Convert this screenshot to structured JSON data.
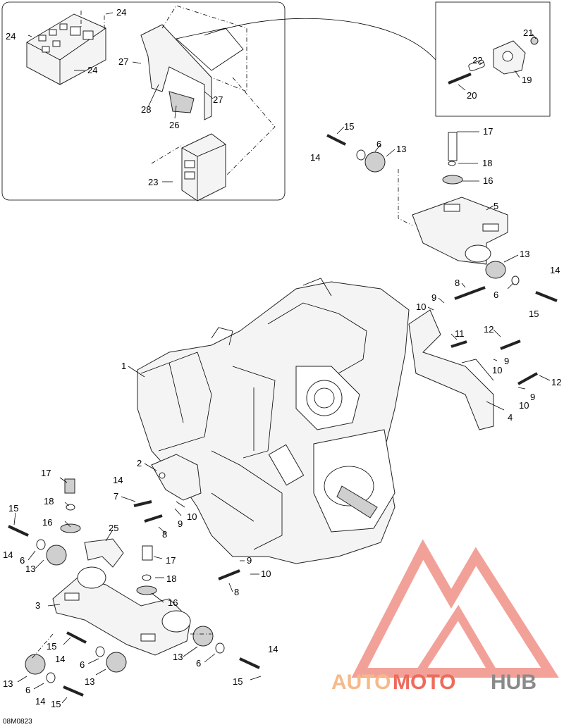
{
  "diagram": {
    "drawing_code": "08M0823",
    "callouts": [
      {
        "id": "c24a",
        "text": "24"
      },
      {
        "id": "c24b",
        "text": "24"
      },
      {
        "id": "c24c",
        "text": "24"
      },
      {
        "id": "c27a",
        "text": "27"
      },
      {
        "id": "c27b",
        "text": "27"
      },
      {
        "id": "c28",
        "text": "28"
      },
      {
        "id": "c26",
        "text": "26"
      },
      {
        "id": "c23",
        "text": "23"
      },
      {
        "id": "c21",
        "text": "21"
      },
      {
        "id": "c22",
        "text": "22"
      },
      {
        "id": "c19",
        "text": "19"
      },
      {
        "id": "c20",
        "text": "20"
      },
      {
        "id": "c15a",
        "text": "15"
      },
      {
        "id": "c14a",
        "text": "14"
      },
      {
        "id": "c6a",
        "text": "6"
      },
      {
        "id": "c13a",
        "text": "13"
      },
      {
        "id": "c17a",
        "text": "17"
      },
      {
        "id": "c18a",
        "text": "18"
      },
      {
        "id": "c16a",
        "text": "16"
      },
      {
        "id": "c5",
        "text": "5"
      },
      {
        "id": "c13b",
        "text": "13"
      },
      {
        "id": "c14b",
        "text": "14"
      },
      {
        "id": "c6b",
        "text": "6"
      },
      {
        "id": "c15b",
        "text": "15"
      },
      {
        "id": "c8a",
        "text": "8"
      },
      {
        "id": "c9a",
        "text": "9"
      },
      {
        "id": "c10a",
        "text": "10"
      },
      {
        "id": "c11",
        "text": "11"
      },
      {
        "id": "c12a",
        "text": "12"
      },
      {
        "id": "c9b",
        "text": "9"
      },
      {
        "id": "c10b",
        "text": "10"
      },
      {
        "id": "c12b",
        "text": "12"
      },
      {
        "id": "c9c",
        "text": "9"
      },
      {
        "id": "c10c",
        "text": "10"
      },
      {
        "id": "c4",
        "text": "4"
      },
      {
        "id": "c1",
        "text": "1"
      },
      {
        "id": "c2",
        "text": "2"
      },
      {
        "id": "c14c",
        "text": "14"
      },
      {
        "id": "c7",
        "text": "7"
      },
      {
        "id": "c10d",
        "text": "10"
      },
      {
        "id": "c9d",
        "text": "9"
      },
      {
        "id": "c8b",
        "text": "8"
      },
      {
        "id": "c17b",
        "text": "17"
      },
      {
        "id": "c18b",
        "text": "18"
      },
      {
        "id": "c16b",
        "text": "16"
      },
      {
        "id": "c25",
        "text": "25"
      },
      {
        "id": "c15c",
        "text": "15"
      },
      {
        "id": "c14d",
        "text": "14"
      },
      {
        "id": "c6c",
        "text": "6"
      },
      {
        "id": "c13c",
        "text": "13"
      },
      {
        "id": "c17c",
        "text": "17"
      },
      {
        "id": "c18c",
        "text": "18"
      },
      {
        "id": "c16c",
        "text": "16"
      },
      {
        "id": "c3",
        "text": "3"
      },
      {
        "id": "c9e",
        "text": "9"
      },
      {
        "id": "c10e",
        "text": "10"
      },
      {
        "id": "c8c",
        "text": "8"
      },
      {
        "id": "c15d",
        "text": "15"
      },
      {
        "id": "c14e",
        "text": "14"
      },
      {
        "id": "c6d",
        "text": "6"
      },
      {
        "id": "c13d",
        "text": "13"
      },
      {
        "id": "c13e",
        "text": "13"
      },
      {
        "id": "c6e",
        "text": "6"
      },
      {
        "id": "c14f",
        "text": "14"
      },
      {
        "id": "c15e",
        "text": "15"
      },
      {
        "id": "c13f",
        "text": "13"
      },
      {
        "id": "c6f",
        "text": "6"
      },
      {
        "id": "c14g",
        "text": "14"
      },
      {
        "id": "c15f",
        "text": "15"
      }
    ]
  },
  "watermark": {
    "part1": "AUTO",
    "part2": "MOTO",
    "part3": "HUB",
    "color_auto": "#f6b98a",
    "color_moto": "#ef6a5a",
    "color_hub": "#8a8a8a",
    "logo_color": "#f08a80"
  }
}
